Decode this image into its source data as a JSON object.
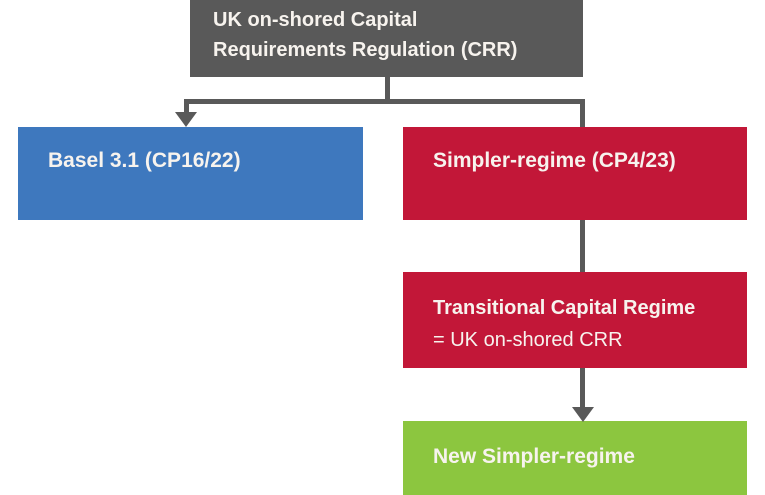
{
  "diagram": {
    "nodes": {
      "root": {
        "label_line1": "UK on-shored Capital",
        "label_line2": "Requirements Regulation (CRR)"
      },
      "basel": {
        "label": "Basel 3.1 (CP16/22)"
      },
      "simpler": {
        "label": "Simpler-regime (CP4/23)"
      },
      "transitional": {
        "label_line1": "Transitional Capital Regime",
        "label_line2": "= UK on-shored CRR"
      },
      "new_simpler": {
        "label": "New Simpler-regime"
      }
    },
    "colors": {
      "node_root": "#595959",
      "node_basel": "#3e78be",
      "node_regime": "#c21738",
      "node_new": "#8cc63f",
      "connector": "#595959",
      "text": "#f7f3ee",
      "background": "#ffffff"
    }
  }
}
